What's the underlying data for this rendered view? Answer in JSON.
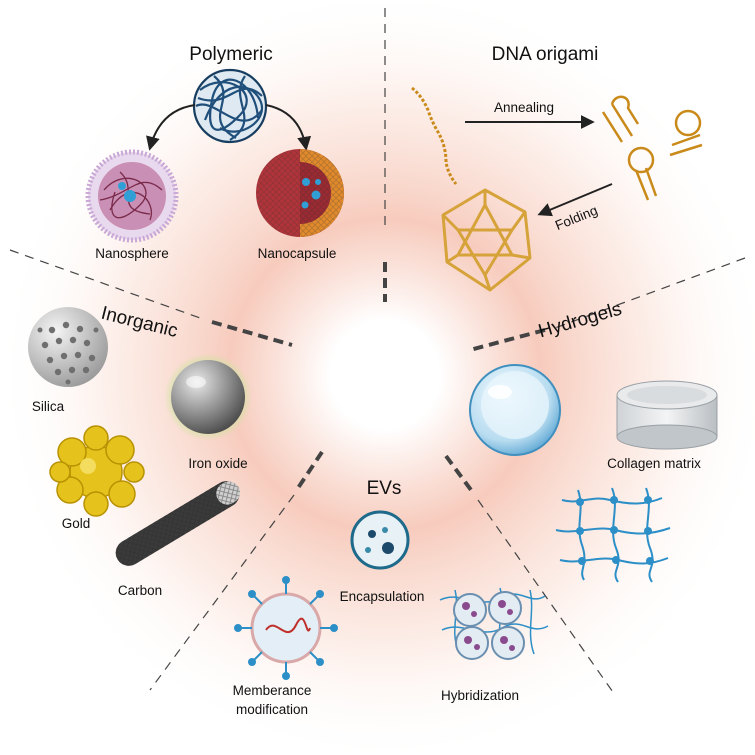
{
  "sections": {
    "polymeric": {
      "title": "Polymeric",
      "labels": {
        "nanosphere": "Nanosphere",
        "nanocapsule": "Nanocapsule"
      }
    },
    "dna_origami": {
      "title": "DNA origami",
      "labels": {
        "annealing": "Annealing",
        "folding": "Folding"
      }
    },
    "inorganic": {
      "title": "Inorganic",
      "labels": {
        "silica": "Silica",
        "iron_oxide": "Iron oxide",
        "gold": "Gold",
        "carbon": "Carbon"
      }
    },
    "hydrogels": {
      "title": "Hydrogels",
      "labels": {
        "collagen_matrix": "Collagen matrix"
      }
    },
    "evs": {
      "title": "EVs",
      "labels": {
        "encapsulation": "Encapsulation",
        "membrane_line1": "Memberance",
        "membrane_line2": "modification",
        "hybridization": "Hybridization"
      }
    }
  },
  "colors": {
    "glow": "#f3b8a8",
    "polymer_blue": "#1f4f7a",
    "dna_orange": "#c98a1a",
    "hydrogel_blue": "#2c8fc7",
    "gold": "#e6c21c",
    "ev_blue": "#1d6a8a",
    "capsule_red": "#b0343a",
    "capsule_orange": "#e08a2c"
  }
}
